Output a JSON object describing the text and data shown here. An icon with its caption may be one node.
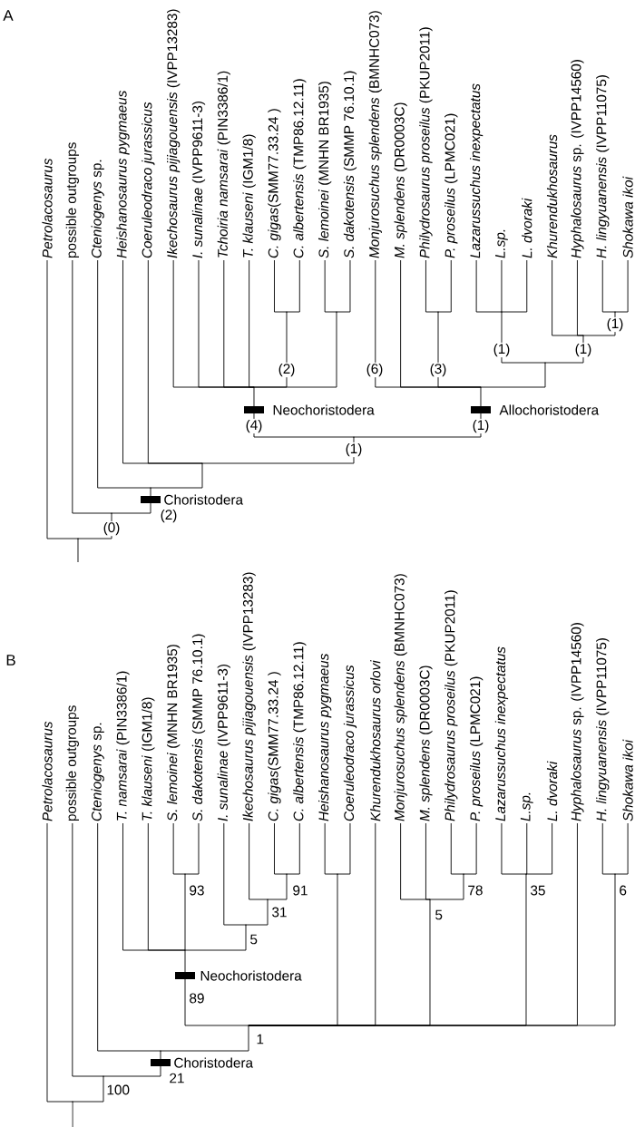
{
  "diagram": {
    "nodes": [
      {
        "text": [
          "Petrolacosaurus"
        ]
      },
      {
        "text": [
          "possible outgroups"
        ]
      },
      {
        "text": [
          "*Cteniogenys* sp."
        ]
      },
      {
        "text": [
          "Heishanosaurus pygmaeus"
        ]
      },
      {
        "text": [
          "Coeruleodraco jurassicus"
        ]
      },
      {
        "text": [
          "*Ikechosaurus pijiagouensis* (IVPP13283)"
        ]
      },
      {
        "text": [
          "*I. sunalinae* (IVPP9611-3)"
        ]
      },
      {
        "text": [
          "*Tchoiria namsarai* (PIN3386/1)"
        ]
      },
      {
        "text": [
          "*T. klauseni* (IGM1/8)"
        ]
      },
      {
        "text": [
          "*C. gigas*(SMM77.33.24 )"
        ]
      },
      {
        "text": [
          "*C. albertensis* (TMP86.12.11)"
        ]
      },
      {
        "text": [
          "*S. lemoinei* (MNHN BR1935)"
        ]
      },
      {
        "text": [
          "*S. dakotensis* (SMMP 76.10.1)"
        ]
      },
      {
        "text": [
          "*Monjurosuchus splendens* (BMNHC073)"
        ]
      },
      {
        "text": [
          "*M. splendens* (DR0003C)"
        ]
      },
      {
        "text": [
          "*Philydrosaurus proseilus* (PKUP2011)"
        ]
      },
      {
        "text": [
          "*P. proseilus* (LPMC021)"
        ]
      },
      {
        "text": [
          "Lazarussuchus inexpectatus"
        ]
      },
      {
        "text": [
          "L.sp."
        ]
      },
      {
        "text": [
          "L. dvoraki"
        ]
      },
      {
        "text": [
          "Khurendukhosaurus"
        ]
      },
      {
        "text": [
          "*Hyphalosaurus* sp. (IVPP14560)"
        ]
      },
      {
        "text": [
          "*H. lingyuanensis* (IVPP11075)"
        ]
      },
      {
        "text": [
          "Shokawa ikoi"
        ]
      },
      {
        "text": [],
        "shape": "point"
      },
      {
        "text": [],
        "shape": "point"
      },
      {
        "text": [],
        "shape": "point"
      },
      {
        "text": [],
        "shape": "point"
      },
      {
        "text": [],
        "shape": "point"
      },
      {
        "text": [],
        "shape": "point"
      },
      {
        "text": [],
        "shape": "point"
      },
      {
        "text": [],
        "shape": "point"
      },
      {
        "text": [],
        "shape": "point"
      },
      {
        "text": [],
        "shape": "point"
      },
      {
        "text": [],
        "shape": "point"
      },
      {
        "text": [],
        "shape": "point"
      },
      {
        "text": [],
        "shape": "point"
      },
      {
        "text": [],
        "shape": "point"
      },
      {
        "text": [
          "Petrolacosaurus"
        ]
      },
      {
        "text": [
          "possible outgroups"
        ]
      },
      {
        "text": [
          "*Cteniogenys* sp."
        ]
      },
      {
        "text": [
          "*T. namsarai* (PIN3386/1)"
        ]
      },
      {
        "text": [
          "*T. klauseni* (IGM1/8)"
        ]
      },
      {
        "text": [
          "*S. lemoinei* (MNHN BR1935)"
        ]
      },
      {
        "text": [
          "*S. dakotensis* (SMMP 76.10.1)"
        ]
      },
      {
        "text": [
          "*I. sunalinae* (IVPP9611-3)"
        ]
      },
      {
        "text": [
          "*Ikechosaurus pijiagouensis* (IVPP13283)"
        ]
      },
      {
        "text": [
          "*C. gigas*(SMM77.33.24 )"
        ]
      },
      {
        "text": [
          "*C. albertensis* (TMP86.12.11)"
        ]
      },
      {
        "text": [
          "Heishanosaurus pygmaeus"
        ]
      },
      {
        "text": [
          "Coeruleodraco jurassicus"
        ]
      },
      {
        "text": [
          "Khurendukhosaurus orlovi"
        ]
      },
      {
        "text": [
          "*Monjurosuchus splendens* (BMNHC073)"
        ]
      },
      {
        "text": [
          "*M. splendens* (DR0003C)"
        ]
      },
      {
        "text": [
          "*Philydrosaurus proseilus* (PKUP2011)"
        ]
      },
      {
        "text": [
          "*P. proseilus* (LPMC021)"
        ]
      },
      {
        "text": [
          "Lazarussuchus inexpectatus"
        ]
      },
      {
        "text": [
          "L.sp."
        ]
      },
      {
        "text": [
          "L. dvoraki"
        ]
      },
      {
        "text": [
          "*Hyphalosaurus* sp. (IVPP14560)"
        ]
      },
      {
        "text": [
          "*H. lingyuanensis* (IVPP11075)"
        ]
      },
      {
        "text": [
          "Shokawa ikoi"
        ]
      },
      {
        "text": [],
        "shape": "point"
      },
      {
        "text": [],
        "shape": "point"
      },
      {
        "text": [],
        "shape": "point"
      },
      {
        "text": [],
        "shape": "point"
      },
      {
        "text": [],
        "shape": "point"
      },
      {
        "text": [],
        "shape": "point"
      },
      {
        "text": [],
        "shape": "point"
      },
      {
        "text": [],
        "shape": "point"
      },
      {
        "text": [],
        "shape": "point"
      },
      {
        "text": [],
        "shape": "point"
      },
      {
        "text": [],
        "shape": "point"
      },
      {
        "text": [],
        "shape": "point"
      },
      {
        "text": [],
        "shape": "point"
      },
      {
        "text": [],
        "shape": "point"
      }
    ],
    "edges": [
      {
        "from": 24,
        "to": 9,
        "arrow": "none"
      },
      {
        "from": 24,
        "to": 10,
        "arrow": "none"
      },
      {
        "from": 25,
        "to": 11,
        "arrow": "none"
      },
      {
        "from": 25,
        "to": 12,
        "arrow": "none"
      },
      {
        "from": 26,
        "to": 5,
        "arrow": "none"
      },
      {
        "from": 26,
        "to": 6,
        "arrow": "none"
      },
      {
        "from": 26,
        "to": 7,
        "arrow": "none"
      },
      {
        "from": 26,
        "to": 8,
        "arrow": "none"
      },
      {
        "from": 26,
        "to": 24,
        "arrow": "none"
      },
      {
        "from": 26,
        "to": 25,
        "arrow": "none"
      },
      {
        "from": 27,
        "to": 15,
        "arrow": "none"
      },
      {
        "from": 27,
        "to": 16,
        "arrow": "none"
      },
      {
        "from": 28,
        "to": 17,
        "arrow": "none"
      },
      {
        "from": 28,
        "to": 18,
        "arrow": "none"
      },
      {
        "from": 28,
        "to": 19,
        "arrow": "none"
      },
      {
        "from": 29,
        "to": 22,
        "arrow": "none"
      },
      {
        "from": 29,
        "to": 23,
        "arrow": "none"
      },
      {
        "from": 30,
        "to": 20,
        "arrow": "none"
      },
      {
        "from": 30,
        "to": 21,
        "arrow": "none"
      },
      {
        "from": 30,
        "to": 29,
        "arrow": "none"
      },
      {
        "from": 31,
        "to": 28,
        "arrow": "none"
      },
      {
        "from": 31,
        "to": 30,
        "arrow": "none"
      },
      {
        "from": 32,
        "to": 13,
        "arrow": "none"
      },
      {
        "from": 32,
        "to": 14,
        "arrow": "none"
      },
      {
        "from": 32,
        "to": 27,
        "arrow": "none"
      },
      {
        "from": 32,
        "to": 31,
        "arrow": "none"
      },
      {
        "from": 33,
        "to": 26,
        "arrow": "none"
      },
      {
        "from": 33,
        "to": 32,
        "arrow": "none"
      },
      {
        "from": 34,
        "to": 3,
        "arrow": "none"
      },
      {
        "from": 34,
        "to": 4,
        "arrow": "none"
      },
      {
        "from": 34,
        "to": 33,
        "arrow": "none"
      },
      {
        "from": 35,
        "to": 2,
        "arrow": "none"
      },
      {
        "from": 35,
        "to": 34,
        "arrow": "none"
      },
      {
        "from": 36,
        "to": 1,
        "arrow": "none"
      },
      {
        "from": 36,
        "to": 35,
        "arrow": "none"
      },
      {
        "from": 37,
        "to": 0,
        "arrow": "none"
      },
      {
        "from": 37,
        "to": 36,
        "arrow": "none"
      },
      {
        "from": 37,
        "to": null,
        "arrow": "none"
      },
      {
        "from": 62,
        "to": 43,
        "arrow": "none"
      },
      {
        "from": 62,
        "to": 44,
        "arrow": "none"
      },
      {
        "from": 63,
        "to": 47,
        "arrow": "none"
      },
      {
        "from": 63,
        "to": 48,
        "arrow": "none"
      },
      {
        "from": 64,
        "to": 46,
        "arrow": "none"
      },
      {
        "from": 64,
        "to": 63,
        "arrow": "none"
      },
      {
        "from": 65,
        "to": 45,
        "arrow": "none"
      },
      {
        "from": 65,
        "to": 64,
        "arrow": "none"
      },
      {
        "from": 66,
        "to": 41,
        "arrow": "none"
      },
      {
        "from": 66,
        "to": 42,
        "arrow": "none"
      },
      {
        "from": 66,
        "to": 62,
        "arrow": "none"
      },
      {
        "from": 66,
        "to": 65,
        "arrow": "none"
      },
      {
        "from": 67,
        "to": 49,
        "arrow": "none"
      },
      {
        "from": 67,
        "to": 50,
        "arrow": "none"
      },
      {
        "from": 68,
        "to": 54,
        "arrow": "none"
      },
      {
        "from": 68,
        "to": 55,
        "arrow": "none"
      },
      {
        "from": 69,
        "to": 52,
        "arrow": "none"
      },
      {
        "from": 69,
        "to": 53,
        "arrow": "none"
      },
      {
        "from": 69,
        "to": 68,
        "arrow": "none"
      },
      {
        "from": 70,
        "to": 56,
        "arrow": "none"
      },
      {
        "from": 70,
        "to": 57,
        "arrow": "none"
      },
      {
        "from": 70,
        "to": 58,
        "arrow": "none"
      },
      {
        "from": 71,
        "to": 60,
        "arrow": "none"
      },
      {
        "from": 71,
        "to": 61,
        "arrow": "none"
      },
      {
        "from": 72,
        "to": 66,
        "arrow": "none"
      },
      {
        "from": 72,
        "to": 67,
        "arrow": "none"
      },
      {
        "from": 72,
        "to": 51,
        "arrow": "none"
      },
      {
        "from": 72,
        "to": 69,
        "arrow": "none"
      },
      {
        "from": 72,
        "to": 70,
        "arrow": "none"
      },
      {
        "from": 72,
        "to": 59,
        "arrow": "none"
      },
      {
        "from": 72,
        "to": 71,
        "arrow": "none"
      },
      {
        "from": 73,
        "to": 40,
        "arrow": "none"
      },
      {
        "from": 73,
        "to": 72,
        "arrow": "none"
      },
      {
        "from": 74,
        "to": 39,
        "arrow": "none"
      },
      {
        "from": 74,
        "to": 73,
        "arrow": "none"
      },
      {
        "from": 75,
        "to": 38,
        "arrow": "none"
      },
      {
        "from": 75,
        "to": 74,
        "arrow": "none"
      },
      {
        "from": 75,
        "to": null,
        "arrow": "none"
      }
    ],
    "labels": [
      "A",
      "(1)",
      "(1)",
      "(1)",
      "(2)",
      "(6)",
      "(3)",
      "Neochoristodera",
      "Allochoristodera",
      "(4)",
      "(1)",
      "(1)",
      "Choristodera",
      "(2)",
      "(0)",
      "B",
      "93",
      "91",
      "78",
      "35",
      "6",
      "31",
      "5",
      "5",
      "Neochoristodera",
      "89",
      "1",
      "Choristodera",
      "21",
      "100"
    ]
  }
}
